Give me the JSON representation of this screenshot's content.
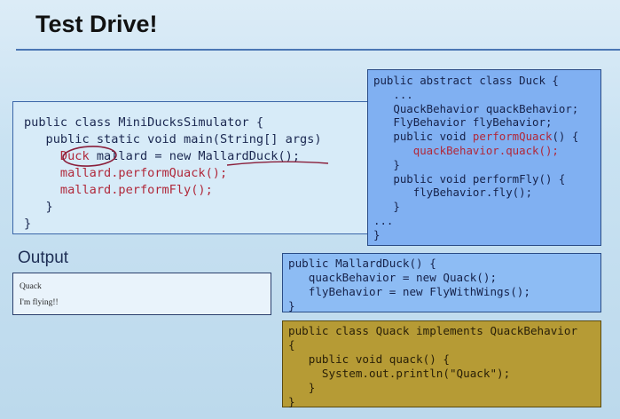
{
  "slide": {
    "title": "Test Drive!"
  },
  "main_code": {
    "l1": "public class MiniDucksSimulator {",
    "l2a": "   public static void main(String[] args)",
    "l3a": "     ",
    "l3b": "Duck",
    "l3c": " mallard = new MallardDuck();",
    "l4a": "     ",
    "l4b": "mallard.performQuack();",
    "l5a": "     ",
    "l5b": "mallard.performFly();",
    "l6": "   }",
    "l7": "}"
  },
  "duck_code": {
    "l1": "public abstract class Duck {",
    "l2": "   ...",
    "l3": "   QuackBehavior quackBehavior;",
    "l4": "   FlyBehavior flyBehavior;",
    "l5a": "   public void ",
    "l5b": "performQuack",
    "l5c": "() {",
    "l6a": "      ",
    "l6b": "quackBehavior.quack();",
    "l7": "   }",
    "l8": "   public void performFly() {",
    "l9": "      flyBehavior.fly();",
    "l10": "   }",
    "l11": "...",
    "l12": "}"
  },
  "mallard_code": {
    "l1": "public MallardDuck() {",
    "l2": "   quackBehavior = new Quack();",
    "l3": "   flyBehavior = new FlyWithWings();",
    "l4": "}"
  },
  "quack_code": {
    "l1": "public class Quack implements QuackBehavior",
    "l2": "{",
    "l3": "   public void quack() {",
    "l4": "     System.out.println(\"Quack\");",
    "l5": "   }",
    "l6": "}"
  },
  "output": {
    "heading": "Output",
    "lines": [
      "Quack",
      "I'm flying!!"
    ]
  }
}
